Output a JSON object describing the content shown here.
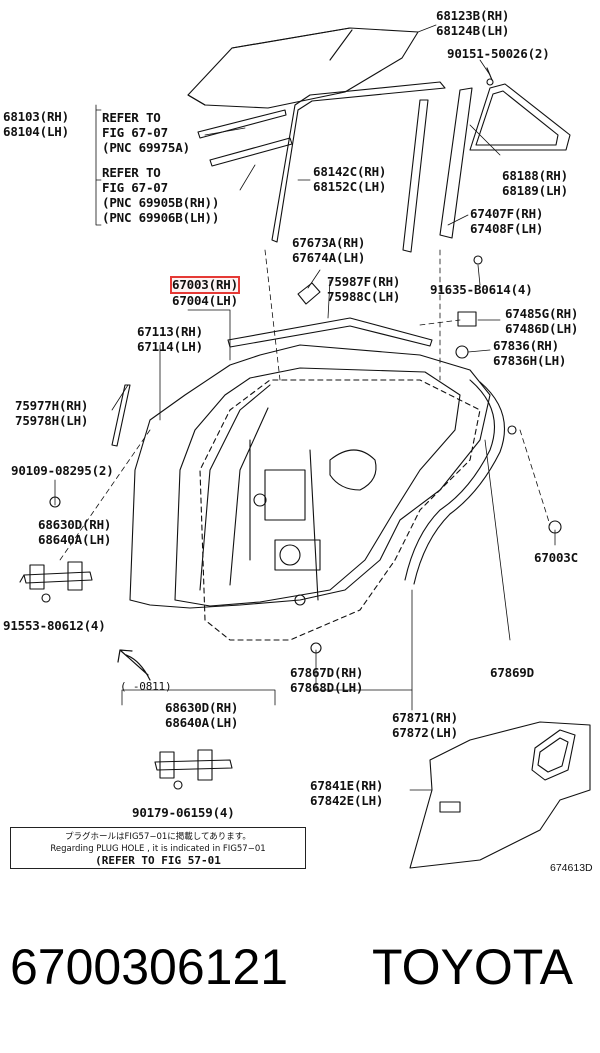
{
  "labels": {
    "l68123": "68123B(RH)",
    "l68124": "68124B(LH)",
    "l90151": "90151-50026(2)",
    "l68103": "68103(RH)",
    "l68104": "68104(LH)",
    "ref1a": "REFER TO",
    "ref1b": "FIG 67-07",
    "ref1c": "(PNC 69975A)",
    "ref2a": "REFER TO",
    "ref2b": "FIG 67-07",
    "ref2c": "(PNC 69905B(RH))",
    "ref2d": "(PNC 69906B(LH))",
    "l68142": "68142C(RH)",
    "l68152": "68152C(LH)",
    "l68188": "68188(RH)",
    "l68189": "68189(LH)",
    "l67407": "67407F(RH)",
    "l67408": "67408F(LH)",
    "l67673": "67673A(RH)",
    "l67674": "67674A(LH)",
    "l91635": "91635-B0614(4)",
    "l67003": "67003(RH)",
    "l67004": "67004(LH)",
    "l75987": "75987F(RH)",
    "l75988": "75988C(LH)",
    "l67485": "67485G(RH)",
    "l67486": "67486D(LH)",
    "l67113": "67113(RH)",
    "l67114": "67114(LH)",
    "l67836a": "67836(RH)",
    "l67836b": "67836H(LH)",
    "l75977": "75977H(RH)",
    "l75978": "75978H(LH)",
    "l90109": "90109-08295(2)",
    "l68630d": "68630D(RH)",
    "l68640a": "68640A(LH)",
    "l67003c": "67003C",
    "l91553": "91553-80612(4)",
    "l67867": "67867D(RH)",
    "l67868": "67868D(LH)",
    "l67869": "67869D",
    "l0811": "(    -0811)",
    "l68630d2": "68630D(RH)",
    "l68640a2": "68640A(LH)",
    "l67871": "67871(RH)",
    "l67872": "67872(LH)",
    "l67841": "67841E(RH)",
    "l67842": "67842E(LH)",
    "l90179": "90179-06159(4)"
  },
  "note": {
    "jp": "プラグホールはFIG57−01に掲載してあります。",
    "en": "Regarding PLUG HOLE , it is indicated in FIG57−01",
    "ref": "(REFER TO FIG 57-01"
  },
  "diagram_code": "674613D",
  "footer": {
    "part_number": "6700306121",
    "brand": "TOYOTA"
  }
}
